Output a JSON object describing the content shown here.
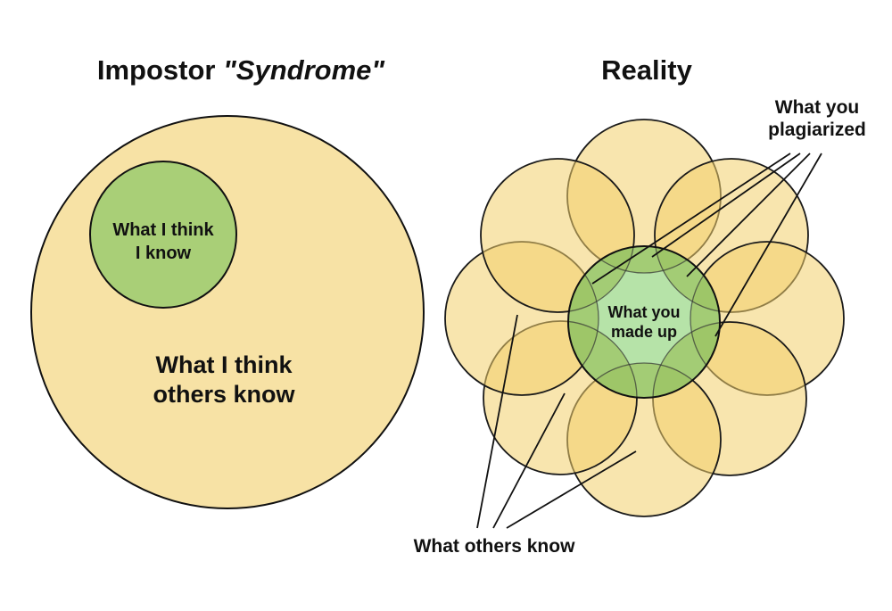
{
  "left_panel": {
    "title_plain": "Impostor ",
    "title_italic": "\"Syndrome\"",
    "outer_label": [
      "What I think",
      "others know"
    ],
    "inner_label": [
      "What I think",
      "I know"
    ]
  },
  "right_panel": {
    "title": "Reality",
    "center_label": [
      "What you",
      "made up"
    ],
    "plagiarized_label": [
      "What you",
      "plagiarized"
    ],
    "others_label": "What others know",
    "surrounding_circle_count": 8
  },
  "colors": {
    "big_circle": "#f7e2a5",
    "others_fill": "#f3cf6b",
    "inner_green": "#a9cf77",
    "made_up_fill": "#b6e3a8",
    "made_up_ring": "#9cc464",
    "stroke": "#111111"
  }
}
